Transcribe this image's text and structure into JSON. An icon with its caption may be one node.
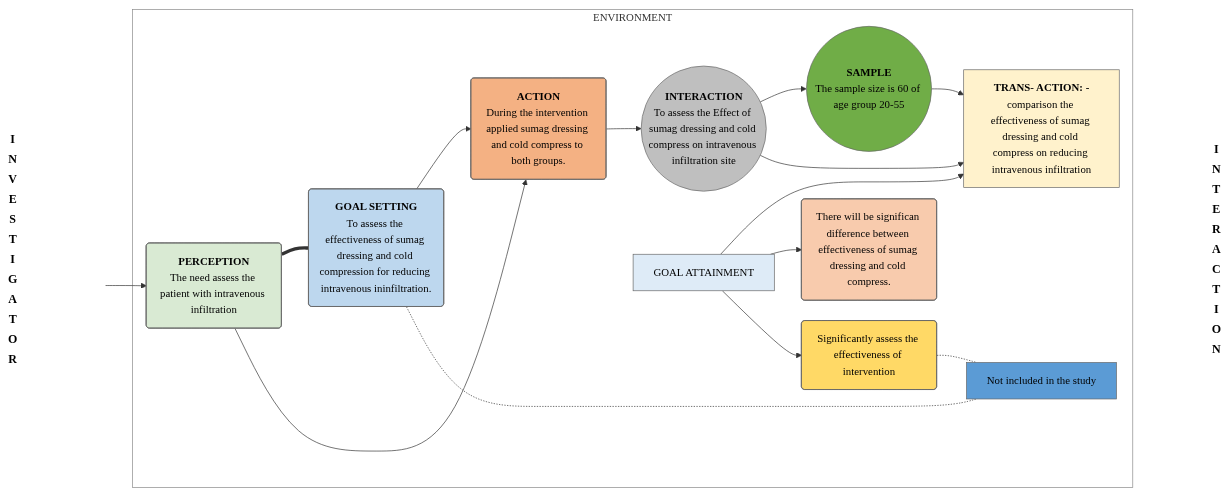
{
  "diagram": {
    "nodes": [
      {
        "text": [
          "ENVIRONMENT"
        ]
      },
      {
        "text": [
          "PERCEPTION",
          "The need assess the patient with intravenous infiltration"
        ],
        "in": 0
      },
      {
        "text": [
          "GOAL SETTING",
          "To assess the effectiveness of sumag dressing and cold compression for reducing intravenous ininfiltration."
        ],
        "in": 0
      },
      {
        "text": [
          "ACTION",
          "During the intervention applied sumag dressing and cold compress to both groups."
        ],
        "in": 0
      },
      {
        "text": [
          "INTERACTION",
          "To assess the Effect of sumag dressing and cold compress on intravenous infiltration site"
        ],
        "in": 0
      },
      {
        "text": [
          "SAMPLE",
          "The sample size is 60 of age group 20-55"
        ],
        "in": 0
      },
      {
        "text": [
          "TRANS- ACTION: -",
          "comparison the effectiveness of sumag dressing and cold compress on reducing intravenous infiltration"
        ],
        "in": 0
      },
      {
        "text": [
          "There will be significan difference between effectiveness of sumag dressing and cold compress."
        ],
        "in": 0
      },
      {
        "text": [
          "GOAL ATTAINMENT"
        ],
        "in": 0
      },
      {
        "text": [
          "Significantly assess the effectiveness of intervention"
        ],
        "in": 0
      },
      {
        "text": [
          "Not included in the study"
        ],
        "in": 0
      }
    ],
    "edges": [
      {
        "from": null,
        "to": 1,
        "arrow": "to"
      },
      {
        "from": 1,
        "to": 2,
        "arrow": "none",
        "style": "thick"
      },
      {
        "from": 1,
        "to": 3,
        "arrow": "to"
      },
      {
        "from": 2,
        "to": 3,
        "arrow": "to"
      },
      {
        "from": 3,
        "to": 4,
        "arrow": "to"
      },
      {
        "from": 4,
        "to": 5,
        "arrow": "to"
      },
      {
        "from": 4,
        "to": 6,
        "arrow": "to"
      },
      {
        "from": 5,
        "to": 6,
        "arrow": "to"
      },
      {
        "from": 8,
        "to": 6,
        "arrow": "to"
      },
      {
        "from": 8,
        "to": 7,
        "arrow": "to"
      },
      {
        "from": 8,
        "to": 9,
        "arrow": "to"
      },
      {
        "from": 2,
        "to": 10,
        "arrow": "none",
        "style": "dashed"
      },
      {
        "from": 9,
        "to": 10,
        "arrow": "none",
        "style": "dashed"
      }
    ],
    "labels": [
      "INVESTIGATOR",
      "INTERACTION"
    ]
  }
}
